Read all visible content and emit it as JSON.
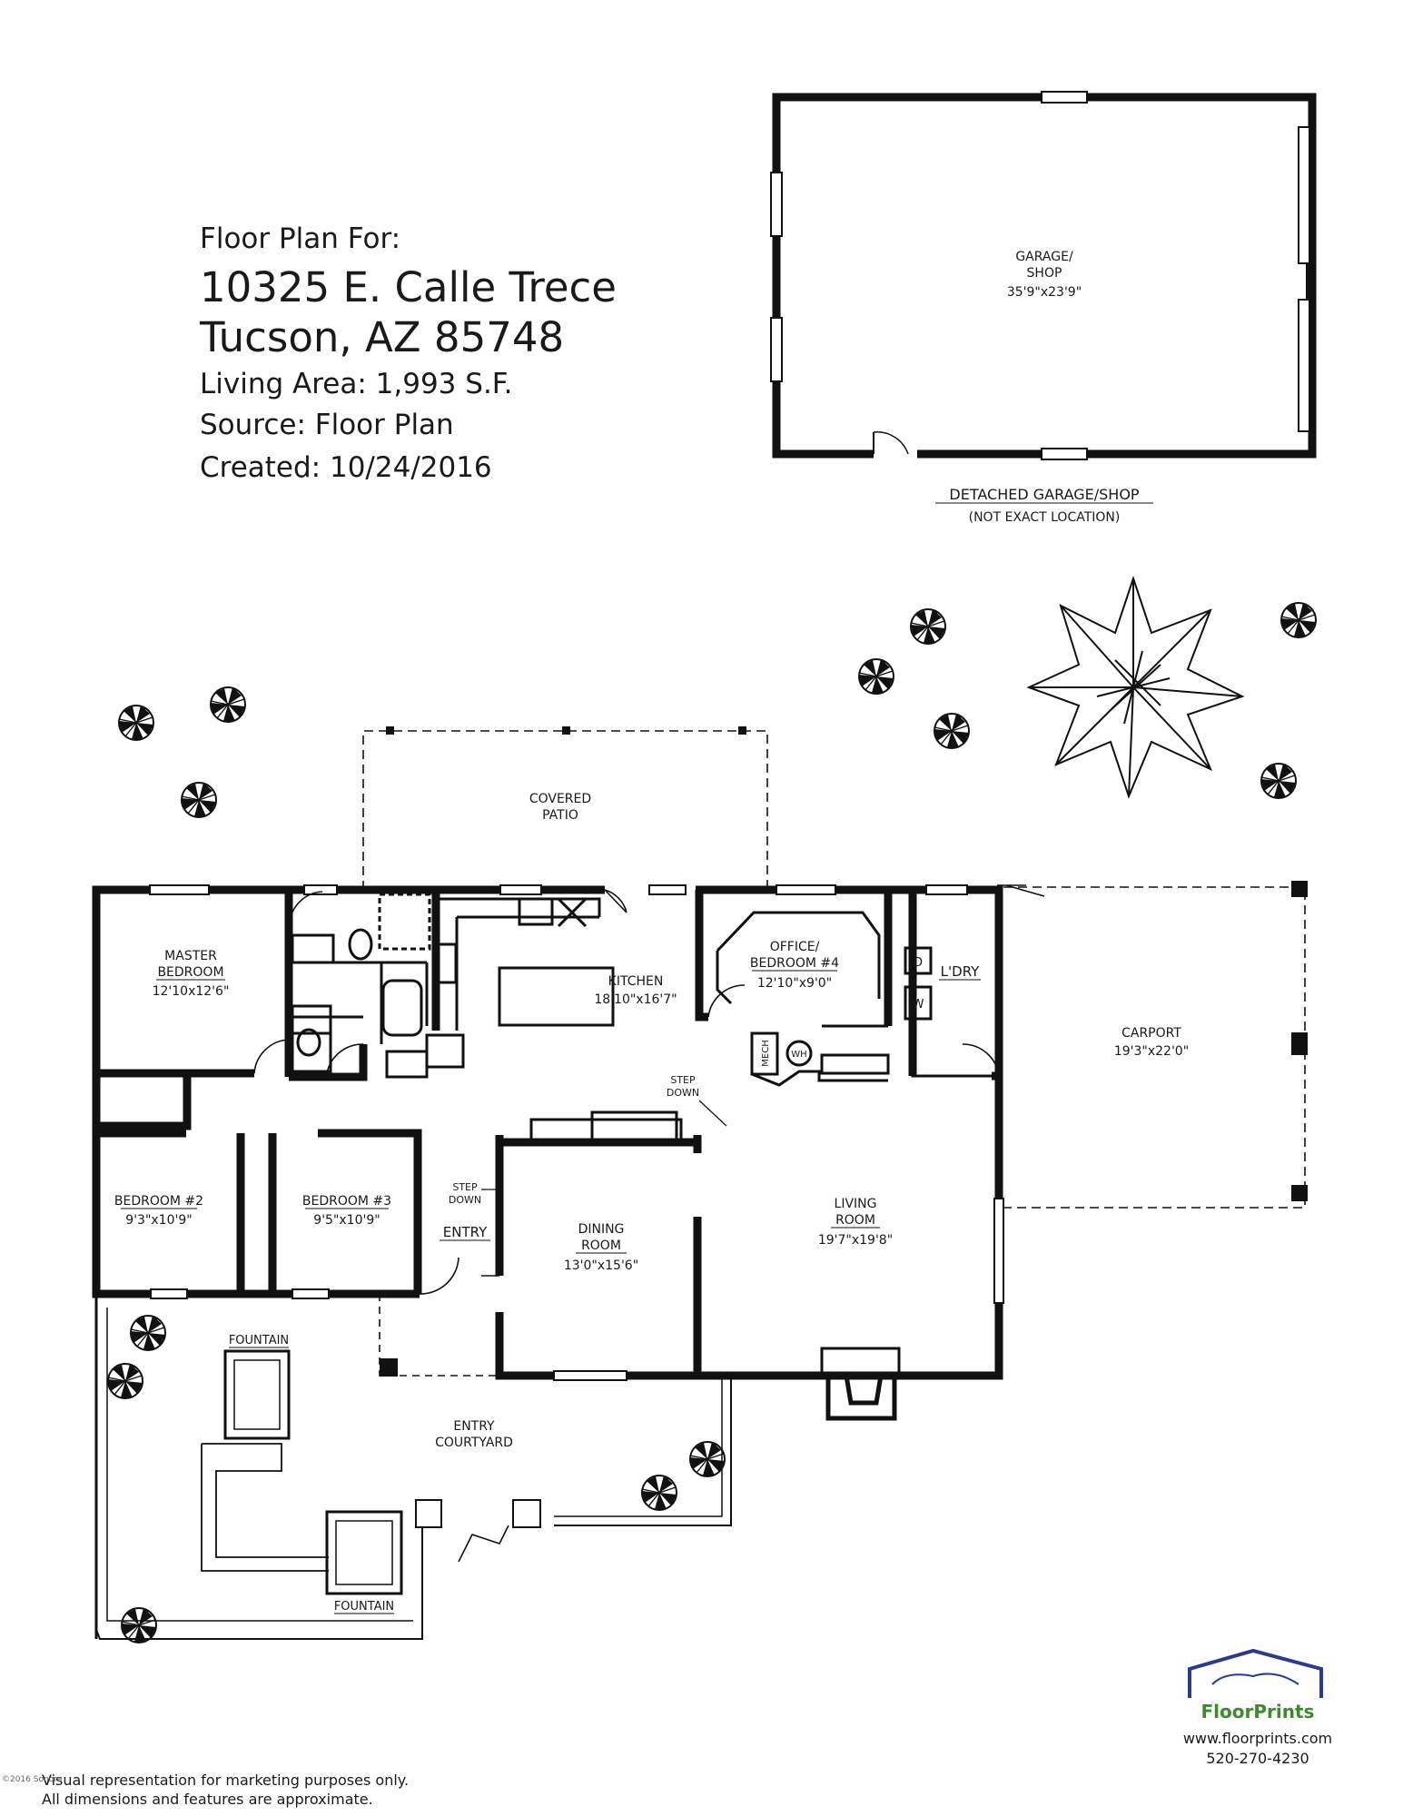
{
  "header": {
    "line1": "Floor Plan For:",
    "address1": "10325 E. Calle Trece",
    "address2": "Tucson, AZ 85748",
    "living_area": "Living Area:  1,993 S.F.",
    "source": "Source:  Floor Plan",
    "created": "Created:  10/24/2016"
  },
  "garage": {
    "name_line1": "GARAGE/",
    "name_line2": "SHOP",
    "dims": "35'9\"x23'9\"",
    "caption": "DETACHED GARAGE/SHOP",
    "note": "(NOT EXACT LOCATION)"
  },
  "rooms": {
    "covered_patio_1": "COVERED",
    "covered_patio_2": "PATIO",
    "master_1": "MASTER",
    "master_2": "BEDROOM",
    "master_dims": "12'10x12'6\"",
    "kitchen": "KITCHEN",
    "kitchen_dims": "18'10\"x16'7\"",
    "office_1": "OFFICE/",
    "office_2": "BEDROOM #4",
    "office_dims": "12'10\"x9'0\"",
    "laundry": "L'DRY",
    "dryer": "D",
    "washer": "W",
    "mech": "MECH",
    "wh": "WH",
    "carport": "CARPORT",
    "carport_dims": "19'3\"x22'0\"",
    "step_down_1a": "STEP",
    "step_down_1b": "DOWN",
    "step_down_2a": "STEP",
    "step_down_2b": "DOWN",
    "bedroom2": "BEDROOM #2",
    "bedroom2_dims": "9'3\"x10'9\"",
    "bedroom3": "BEDROOM #3",
    "bedroom3_dims": "9'5\"x10'9\"",
    "entry": "ENTRY",
    "dining_1": "DINING",
    "dining_2": "ROOM",
    "dining_dims": "13'0\"x15'6\"",
    "living_1": "LIVING",
    "living_2": "ROOM",
    "living_dims": "19'7\"x19'8\"",
    "fountain_1": "FOUNTAIN",
    "fountain_2": "FOUNTAIN",
    "courtyard_1": "ENTRY",
    "courtyard_2": "COURTYARD"
  },
  "footer": {
    "disclaimer1": "Visual representation for marketing purposes only.",
    "disclaimer2": "All dimensions and features are approximate.",
    "brand": "FloorPrints",
    "website": "www.floorprints.com",
    "phone": "520-270-4230",
    "watermark": "©2016 Sonora"
  },
  "colors": {
    "wall": "#111111",
    "brand_blue": "#2a3a8f",
    "brand_green": "#3c8c2c"
  }
}
